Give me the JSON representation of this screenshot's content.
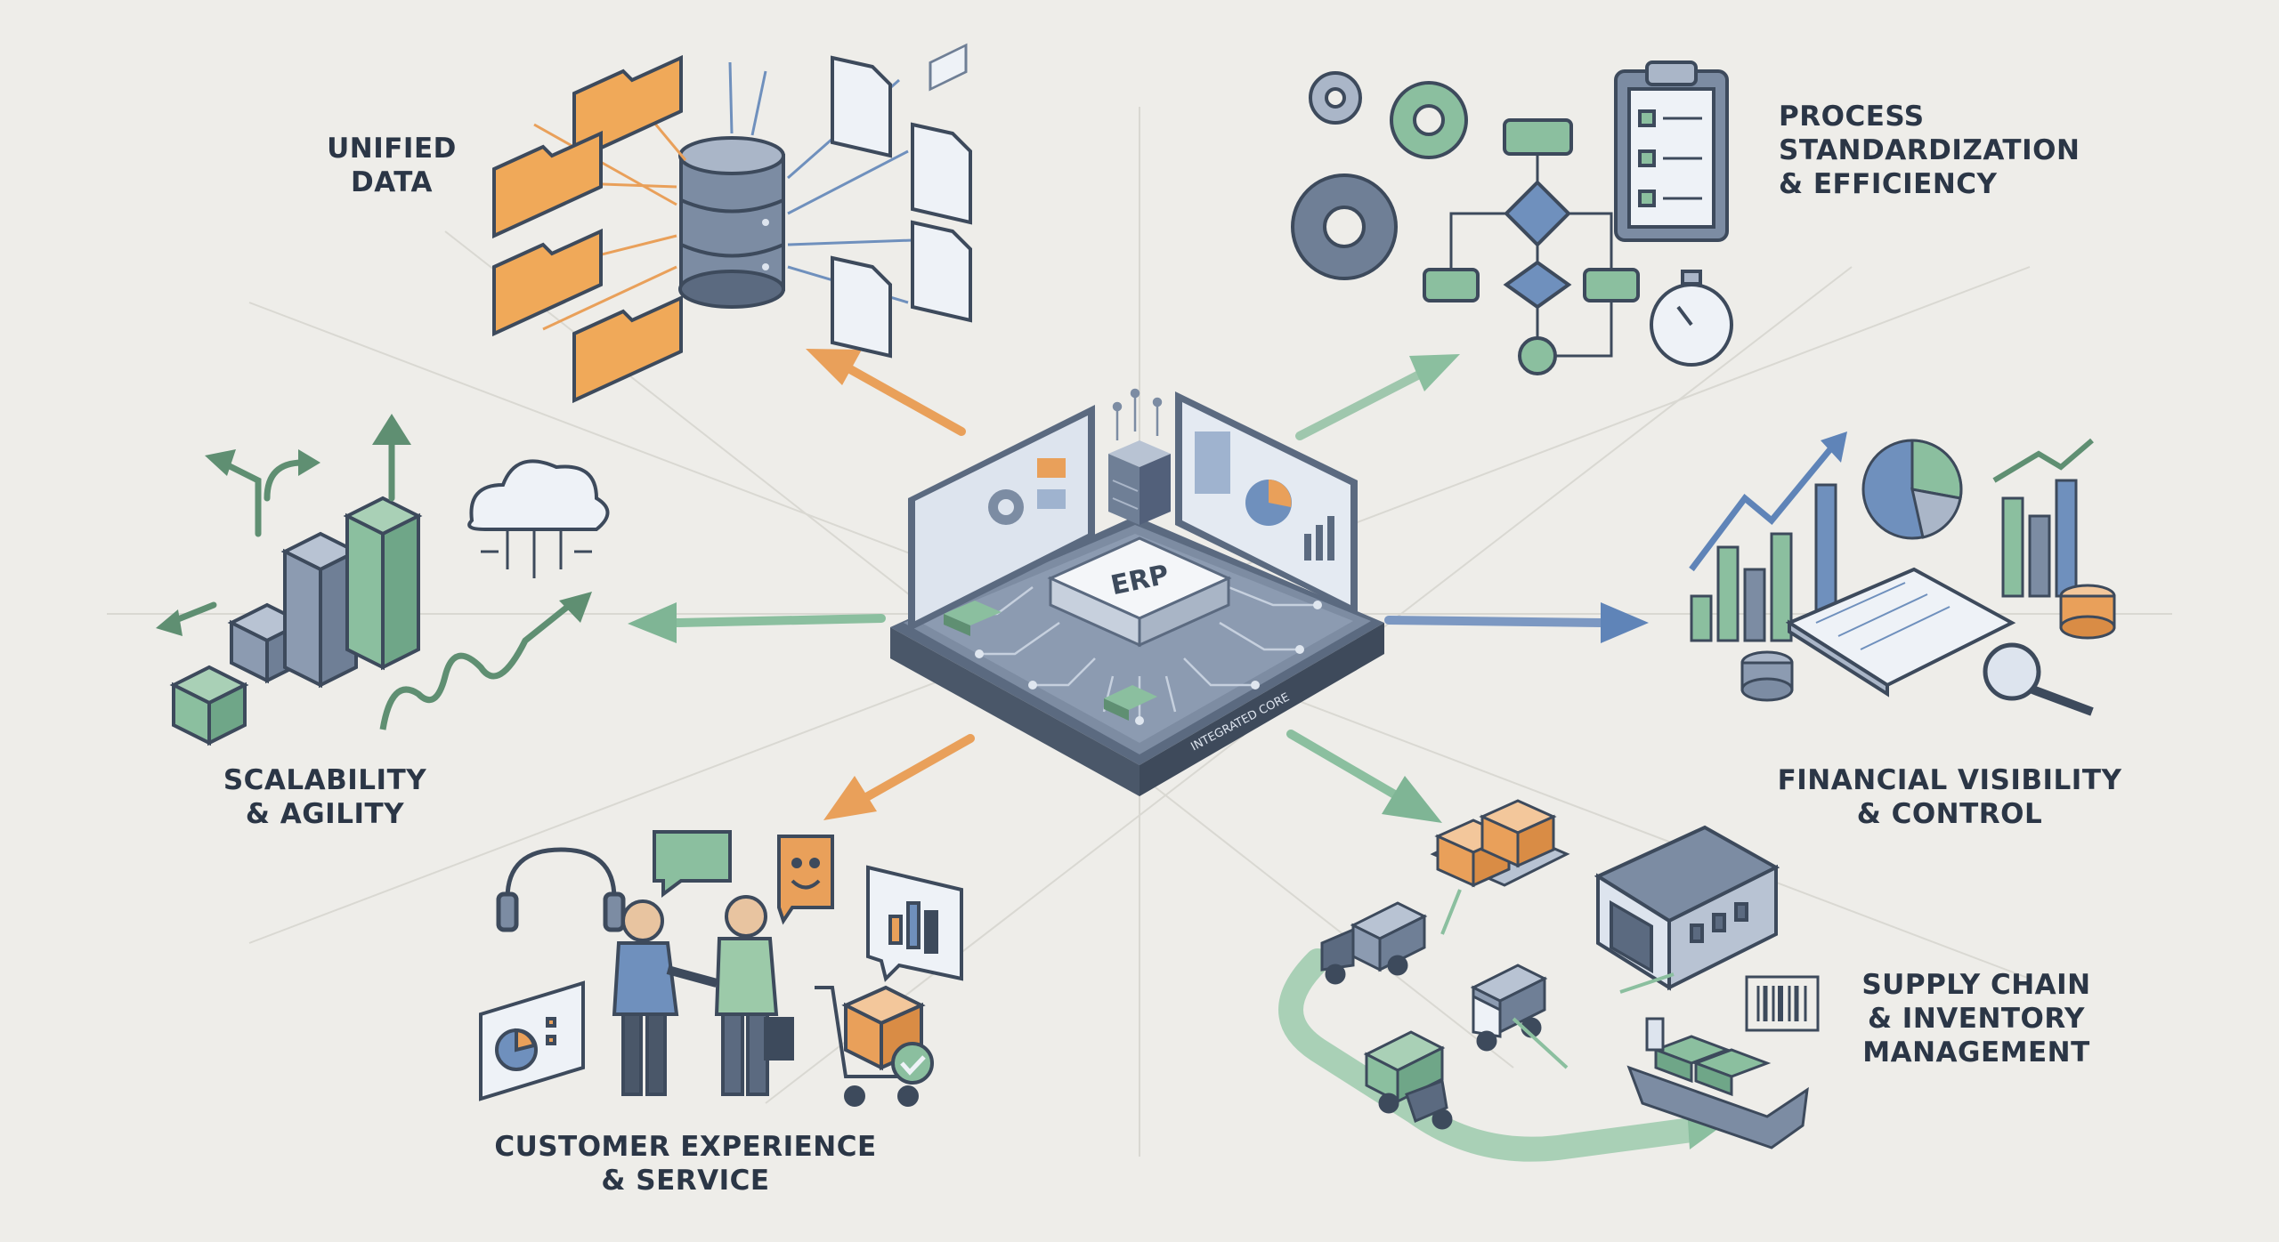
{
  "core": {
    "title": "ERP",
    "caption": "INTEGRATED CORE"
  },
  "benefits": {
    "unified_data": {
      "line1": "UNIFIED",
      "line2": "DATA"
    },
    "process": {
      "line1": "PROCESS",
      "line2": "STANDARDIZATION",
      "line3": "& EFFICIENCY"
    },
    "scalability": {
      "line1": "SCALABILITY",
      "line2": "& AGILITY"
    },
    "financial": {
      "line1": "FINANCIAL VISIBILITY",
      "line2": "& CONTROL"
    },
    "customer": {
      "line1": "CUSTOMER EXPERIENCE",
      "line2": "& SERVICE"
    },
    "supply": {
      "line1": "SUPPLY CHAIN",
      "line2": "& INVENTORY",
      "line3": "MANAGEMENT"
    }
  },
  "palette": {
    "background": "#eeede9",
    "ink": "#2b3646",
    "orange": "#e9a05a",
    "green": "#8bbf9f",
    "blue": "#6f90bd",
    "slate": "#7c8ca3"
  },
  "icons": [
    "folder-icon",
    "database-icon",
    "document-icon",
    "gear-icon",
    "flowchart-icon",
    "clipboard-checklist-icon",
    "stopwatch-icon",
    "cubes-icon",
    "cloud-icon",
    "bar-chart-icon",
    "pie-chart-icon",
    "coins-icon",
    "magnifier-icon",
    "headset-icon",
    "handshake-icon",
    "chat-bubble-icon",
    "shopping-cart-icon",
    "truck-icon",
    "warehouse-icon",
    "cargo-ship-icon",
    "barcode-icon"
  ]
}
